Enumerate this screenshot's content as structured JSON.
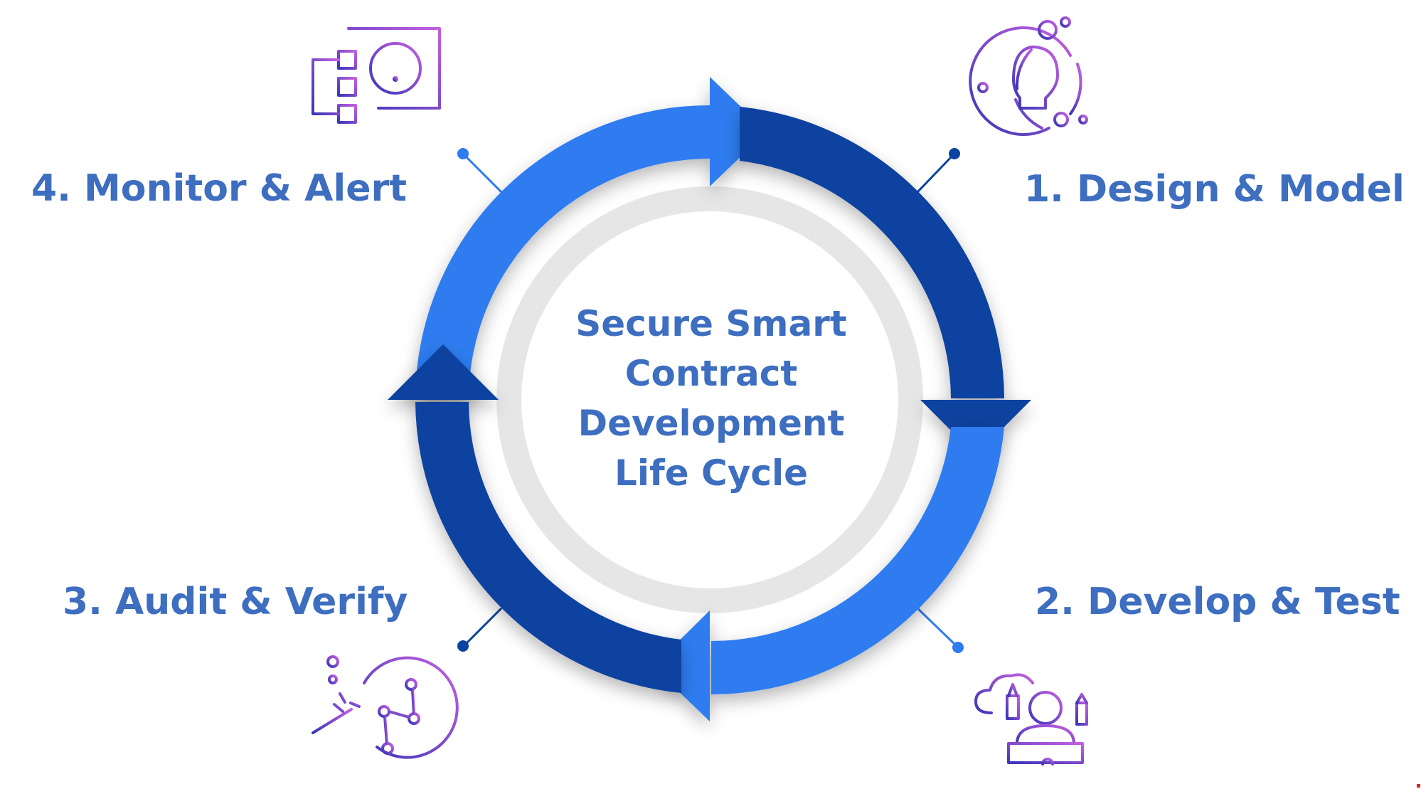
{
  "center": {
    "lines": [
      "Secure Smart",
      "Contract",
      "Development",
      "Life Cycle"
    ]
  },
  "steps": [
    {
      "label": "1.  Design & Model",
      "icon": "lightbulb-icon"
    },
    {
      "label": "2.  Develop & Test",
      "icon": "developer-icon"
    },
    {
      "label": "3.  Audit & Verify",
      "icon": "magic-wand-icon"
    },
    {
      "label": "4.  Monitor & Alert",
      "icon": "monitor-alert-icon"
    }
  ],
  "colors": {
    "light_blue": "#2f7bf0",
    "dark_blue": "#0b43a0",
    "label_blue": "#3d6ec0",
    "inner_ring": "#e6e6e6",
    "icon_purple": "#8a3fd0"
  }
}
